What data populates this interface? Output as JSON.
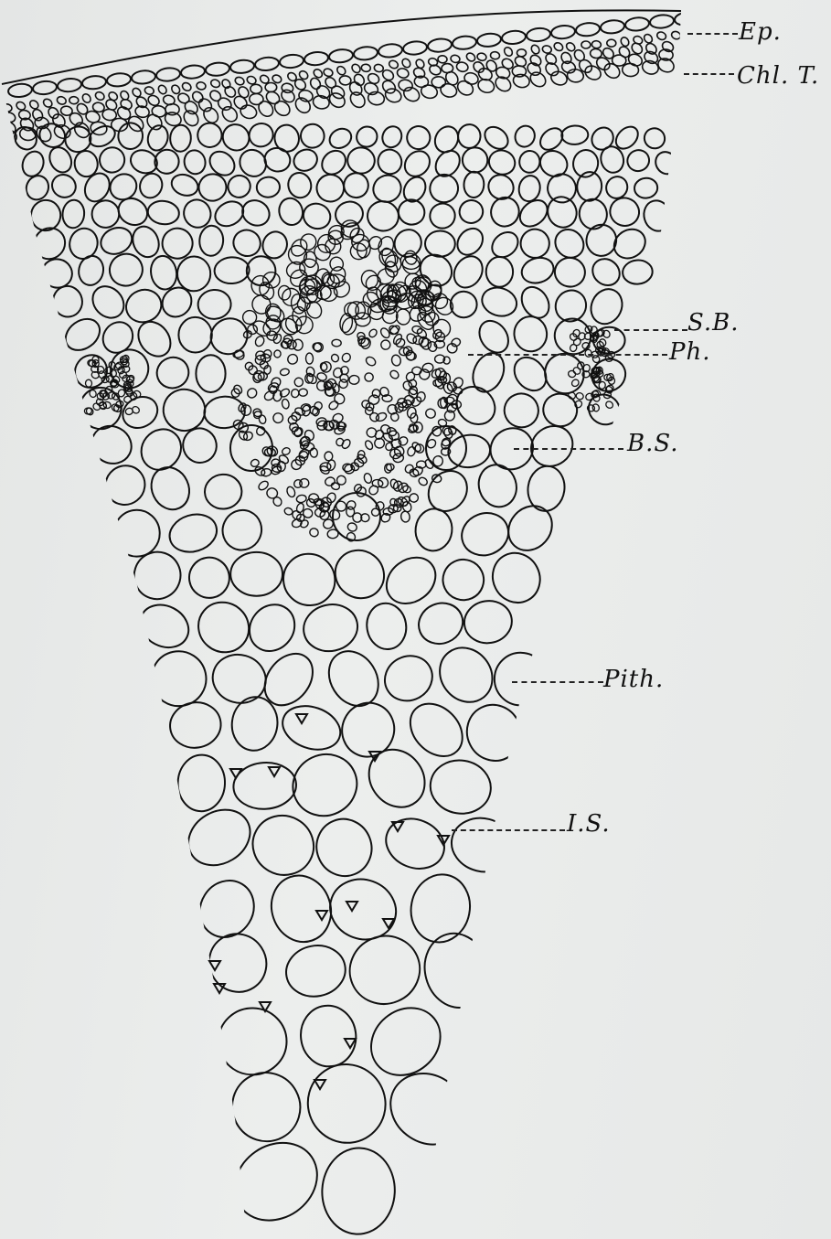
{
  "figure": {
    "labels": {
      "ep": "Ep.",
      "chl_t": "Chl. T.",
      "sb": "S.B.",
      "ph": "Ph.",
      "bs": "B.S.",
      "pith": "Pith.",
      "is": "I.S."
    }
  }
}
